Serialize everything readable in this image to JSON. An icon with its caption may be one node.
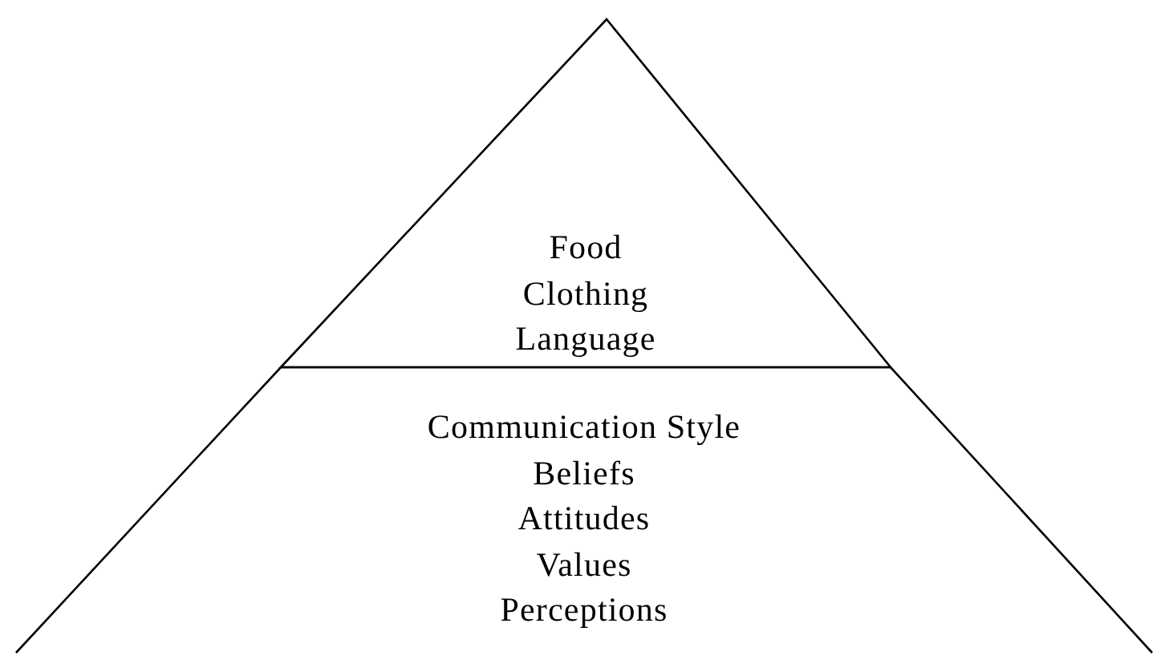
{
  "diagram": {
    "nodes": [
      {
        "text": [
          "Food",
          "Clothing",
          "Language"
        ]
      },
      {
        "text": [
          "Communication Style",
          "Beliefs",
          "Attitudes",
          "Values",
          "Perceptions"
        ]
      }
    ]
  }
}
